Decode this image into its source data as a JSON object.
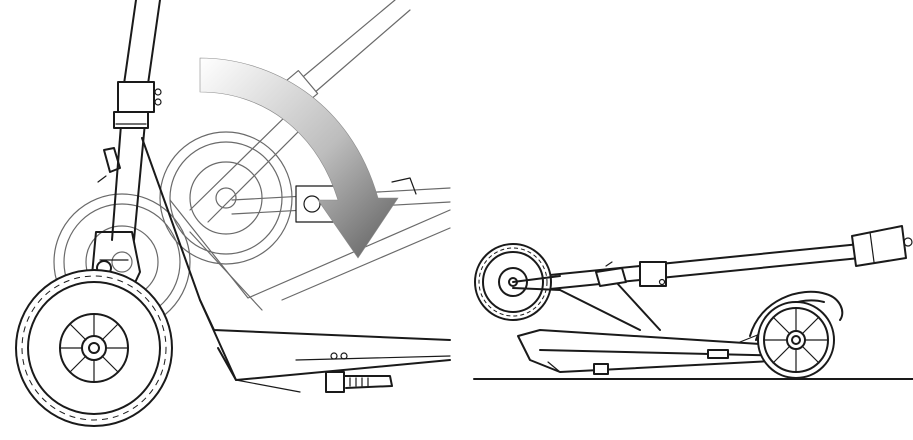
{
  "figure": {
    "panels": [
      {
        "id": "left",
        "content": "scooter-folding-step-illustration"
      },
      {
        "id": "right",
        "content": "scooter-folded-illustration"
      }
    ],
    "arrow_direction": "clockwise-down",
    "colors": {
      "line": "#1a1a1a",
      "ghost_line": "#6a6a6a",
      "arrow_gradient_top": "#ffffff",
      "arrow_gradient_bottom": "#5c5c5c",
      "background": "#ffffff"
    }
  }
}
